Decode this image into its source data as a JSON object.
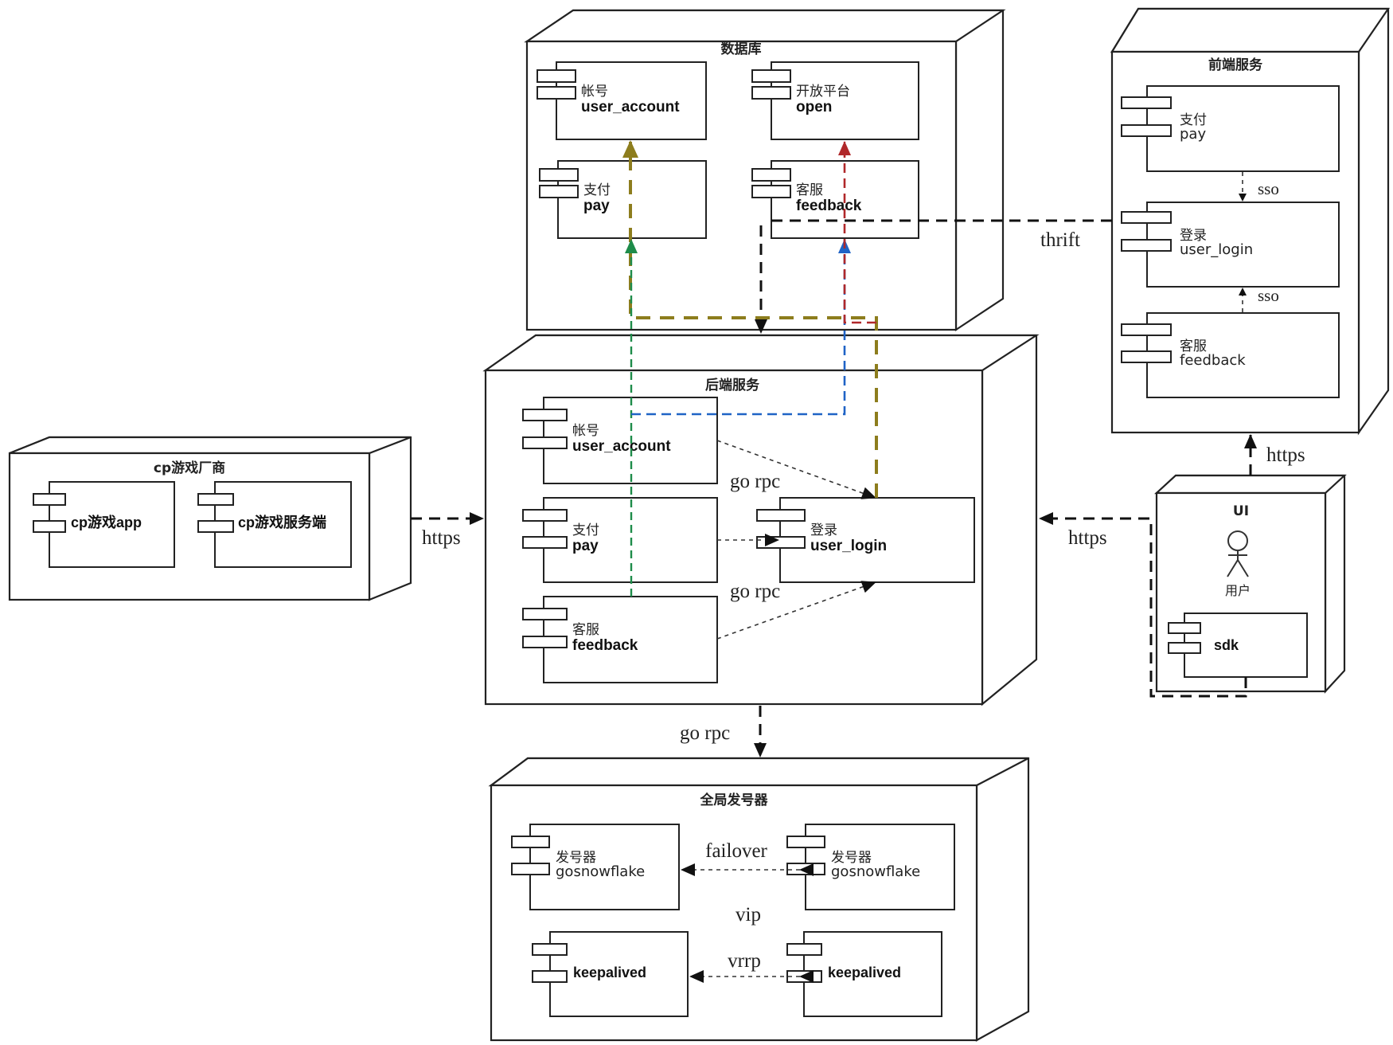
{
  "nodes": {
    "database": {
      "title": "数据库",
      "components": [
        {
          "cn": "帐号",
          "en": "user_account"
        },
        {
          "cn": "开放平台",
          "en": "open"
        },
        {
          "cn": "支付",
          "en": "pay"
        },
        {
          "cn": "客服",
          "en": "feedback"
        }
      ]
    },
    "frontend": {
      "title": "前端服务",
      "components": [
        {
          "cn": "支付",
          "en": "pay"
        },
        {
          "cn": "登录",
          "en": "user_login"
        },
        {
          "cn": "客服",
          "en": "feedback"
        }
      ]
    },
    "backend": {
      "title": "后端服务",
      "components": [
        {
          "cn": "帐号",
          "en": "user_account"
        },
        {
          "cn": "支付",
          "en": "pay"
        },
        {
          "cn": "客服",
          "en": "feedback"
        },
        {
          "cn": "登录",
          "en": "user_login"
        }
      ]
    },
    "cp": {
      "title": "cp游戏厂商",
      "components": [
        {
          "label": "cp游戏app"
        },
        {
          "label": "cp游戏服务端"
        }
      ]
    },
    "ui": {
      "title": "UI",
      "actor": "用户",
      "components": [
        {
          "label": "sdk"
        }
      ]
    },
    "generator": {
      "title": "全局发号器",
      "components": [
        {
          "cn": "发号器",
          "en": "gosnowflake"
        },
        {
          "cn": "发号器",
          "en": "gosnowflake"
        },
        {
          "label": "keepalived"
        },
        {
          "label": "keepalived"
        }
      ],
      "vip_label": "vip"
    }
  },
  "edges": {
    "thrift": "thrift",
    "sso_top": "sso",
    "sso_bottom": "sso",
    "https_ui_frontend": "https",
    "https_ui_backend": "https",
    "https_cp_backend": "https",
    "gorpc_account_login": "go rpc",
    "gorpc_feedback_login": "go rpc",
    "gorpc_backend_generator": "go rpc",
    "failover": "failover",
    "vrrp": "vrrp"
  },
  "colors": {
    "olive": "#8d7d1d",
    "green": "#1e8c4a",
    "blue": "#1f63c6",
    "red": "#b0282a",
    "line": "#222222"
  }
}
